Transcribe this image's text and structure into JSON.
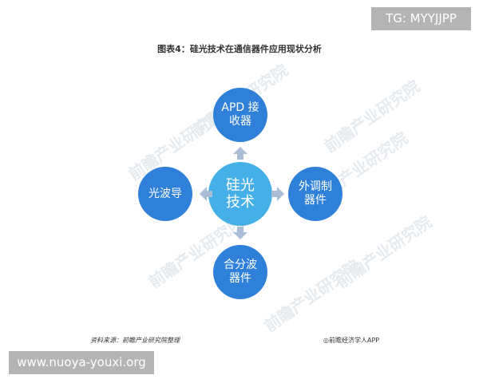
{
  "overlay": {
    "tag": "TG: MYYJJPP",
    "site": "www.nuoya-youxi.org"
  },
  "figure": {
    "title": "图表4：硅光技术在通信器件应用现状分析",
    "center": [
      "硅光",
      "技术"
    ],
    "top": [
      "APD 接",
      "收器"
    ],
    "left": [
      "光波导"
    ],
    "right": [
      "外调制",
      "器件"
    ],
    "bottom": [
      "合分波",
      "器件"
    ]
  },
  "footer": {
    "source": "资料来源：前瞻产业研究院整理",
    "brand": "◎前瞻经济学人APP"
  },
  "watermark": {
    "text": "前瞻产业研究院"
  },
  "colors": {
    "outer_node": "#2f80d8",
    "center_node": "#45b0e8",
    "arrow": "#a9bdd6"
  }
}
